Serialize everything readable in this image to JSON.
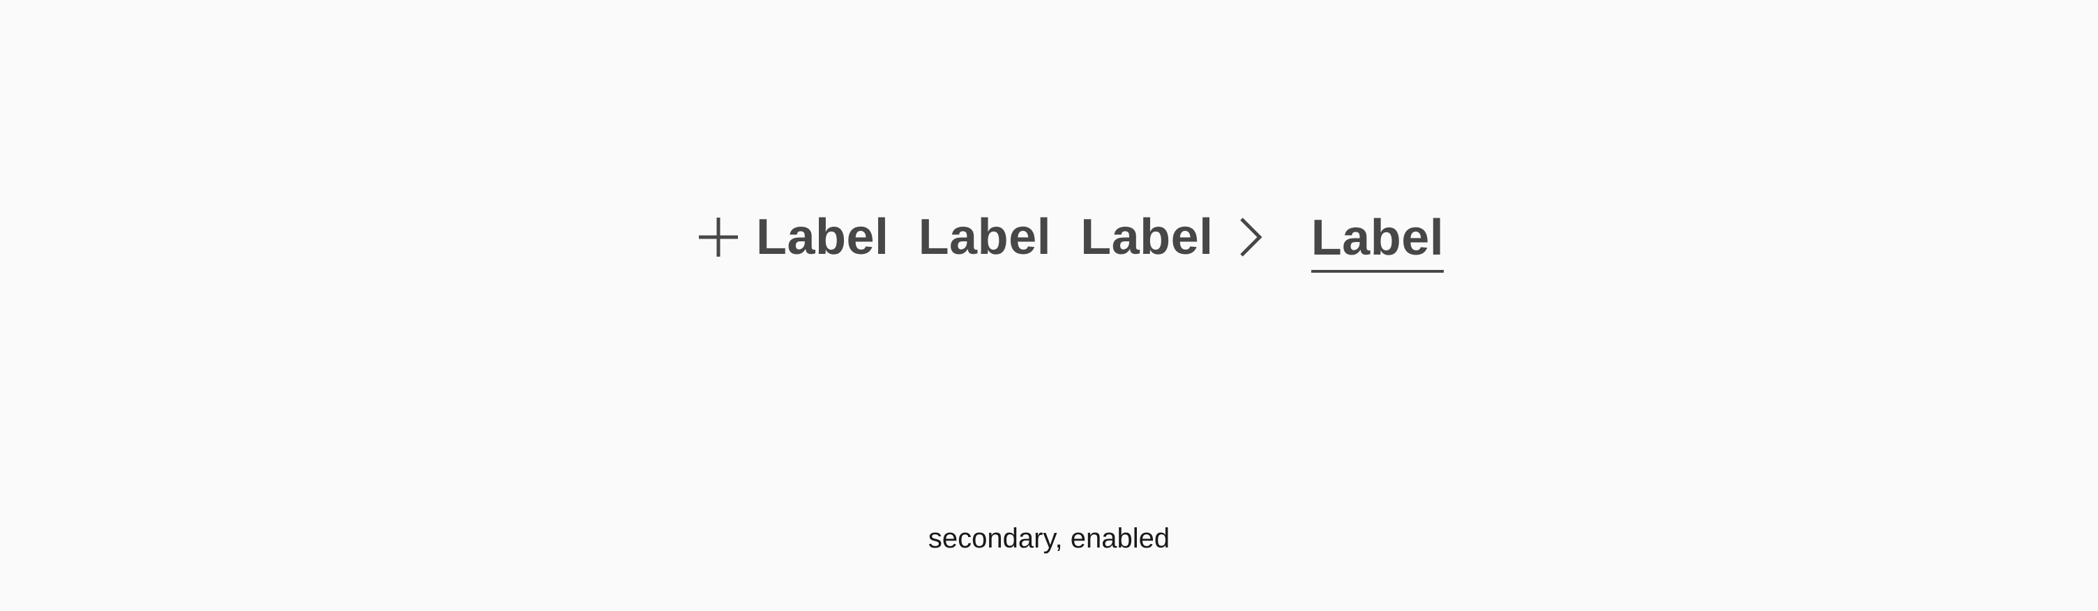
{
  "buttons": {
    "icon_left": {
      "label": "Label",
      "icon": "plus-icon"
    },
    "plain": {
      "label": "Label"
    },
    "icon_right": {
      "label": "Label",
      "icon": "chevron-right-icon"
    },
    "underlined": {
      "label": "Label"
    }
  },
  "caption": "secondary, enabled",
  "colors": {
    "background": "#fafafa",
    "button_text": "#474747",
    "caption_text": "#1a1a1a"
  }
}
